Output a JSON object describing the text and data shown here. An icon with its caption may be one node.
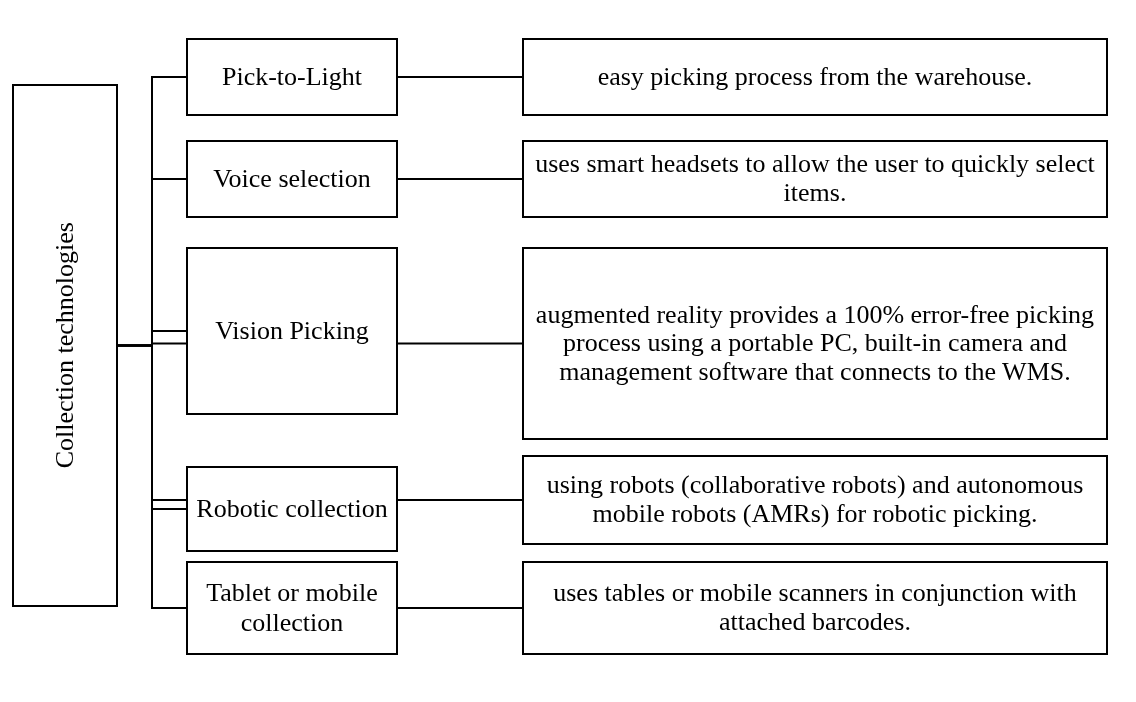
{
  "diagram": {
    "nodes": [
      {
        "text": [
          "Collection technologies"
        ]
      },
      {
        "text": [
          "Pick-to-Light"
        ]
      },
      {
        "text": [
          "easy picking process from the warehouse."
        ]
      },
      {
        "text": [
          "Voice selection"
        ]
      },
      {
        "text": [
          "uses smart headsets to allow the user to quickly select items."
        ]
      },
      {
        "text": [
          "Vision Picking"
        ]
      },
      {
        "text": [
          "augmented reality provides a 100% error-free picking process using a portable PC, built-in camera and management software that connects to the WMS."
        ]
      },
      {
        "text": [
          "Robotic collection"
        ]
      },
      {
        "text": [
          "using robots (collaborative robots) and autonomous mobile robots (AMRs) for robotic picking."
        ]
      },
      {
        "text": [
          "Tablet or mobile collection"
        ]
      },
      {
        "text": [
          "uses tables or mobile scanners in conjunction with attached barcodes."
        ]
      }
    ],
    "edges": [
      {
        "from": 0,
        "to": 1,
        "arrow": "none"
      },
      {
        "from": 0,
        "to": 3,
        "arrow": "none"
      },
      {
        "from": 0,
        "to": 5,
        "arrow": "none"
      },
      {
        "from": 0,
        "to": 7,
        "arrow": "none"
      },
      {
        "from": 0,
        "to": 9,
        "arrow": "none"
      },
      {
        "from": 1,
        "to": 2,
        "arrow": "none"
      },
      {
        "from": 3,
        "to": 4,
        "arrow": "none"
      },
      {
        "from": 5,
        "to": 6,
        "arrow": "none"
      },
      {
        "from": 7,
        "to": 8,
        "arrow": "none"
      },
      {
        "from": 9,
        "to": 10,
        "arrow": "none"
      }
    ]
  }
}
